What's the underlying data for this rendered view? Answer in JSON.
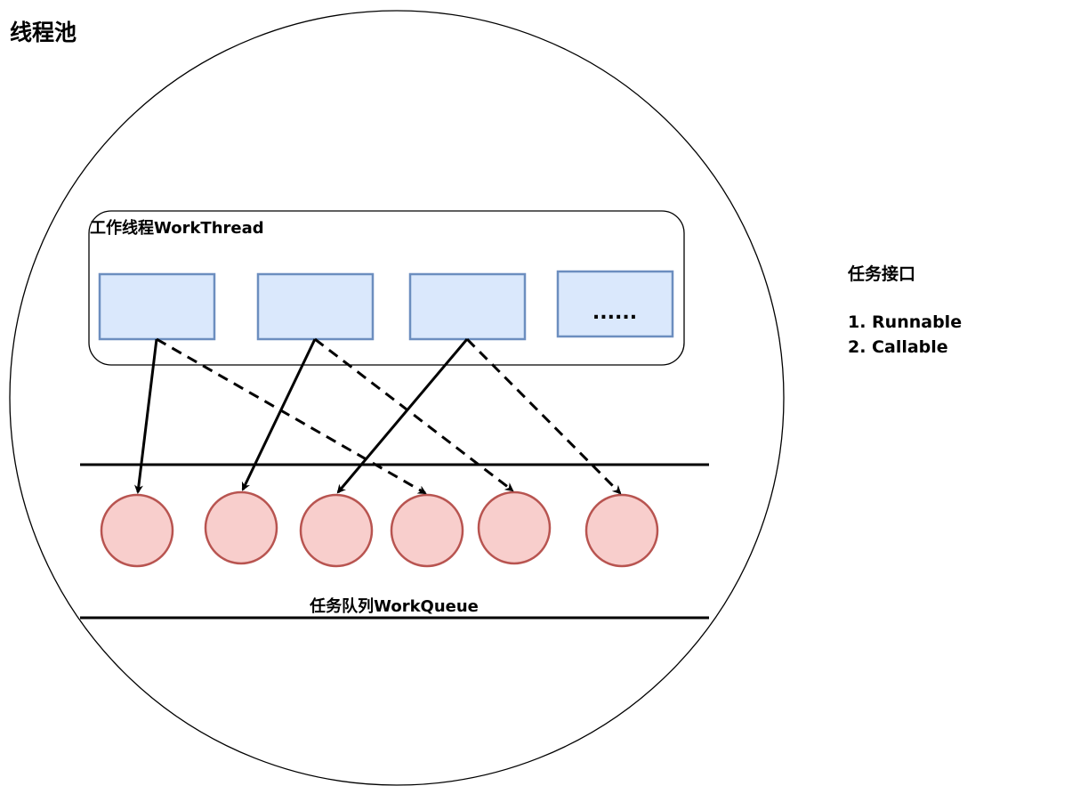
{
  "title": "线程池",
  "work_thread_group": {
    "label": "工作线程WorkThread",
    "threads": [
      {
        "id": "thread-1",
        "text": ""
      },
      {
        "id": "thread-2",
        "text": ""
      },
      {
        "id": "thread-3",
        "text": ""
      },
      {
        "id": "thread-more",
        "text": "......"
      }
    ]
  },
  "work_queue": {
    "label": "任务队列WorkQueue",
    "task_count": 6
  },
  "arrows": [
    {
      "from": "thread-1",
      "to": "task-1",
      "style": "solid"
    },
    {
      "from": "thread-1",
      "to": "task-4",
      "style": "dashed"
    },
    {
      "from": "thread-2",
      "to": "task-2",
      "style": "solid"
    },
    {
      "from": "thread-2",
      "to": "task-5",
      "style": "dashed"
    },
    {
      "from": "thread-3",
      "to": "task-3",
      "style": "solid"
    },
    {
      "from": "thread-3",
      "to": "task-6",
      "style": "dashed"
    }
  ],
  "task_interface": {
    "heading": "任务接口",
    "items": [
      "1. Runnable",
      "2. Callable"
    ]
  },
  "colors": {
    "thread_fill": "#dae8fc",
    "thread_stroke": "#6c8ebf",
    "task_fill": "#f8cecc",
    "task_stroke": "#b85450",
    "line": "#000000"
  }
}
